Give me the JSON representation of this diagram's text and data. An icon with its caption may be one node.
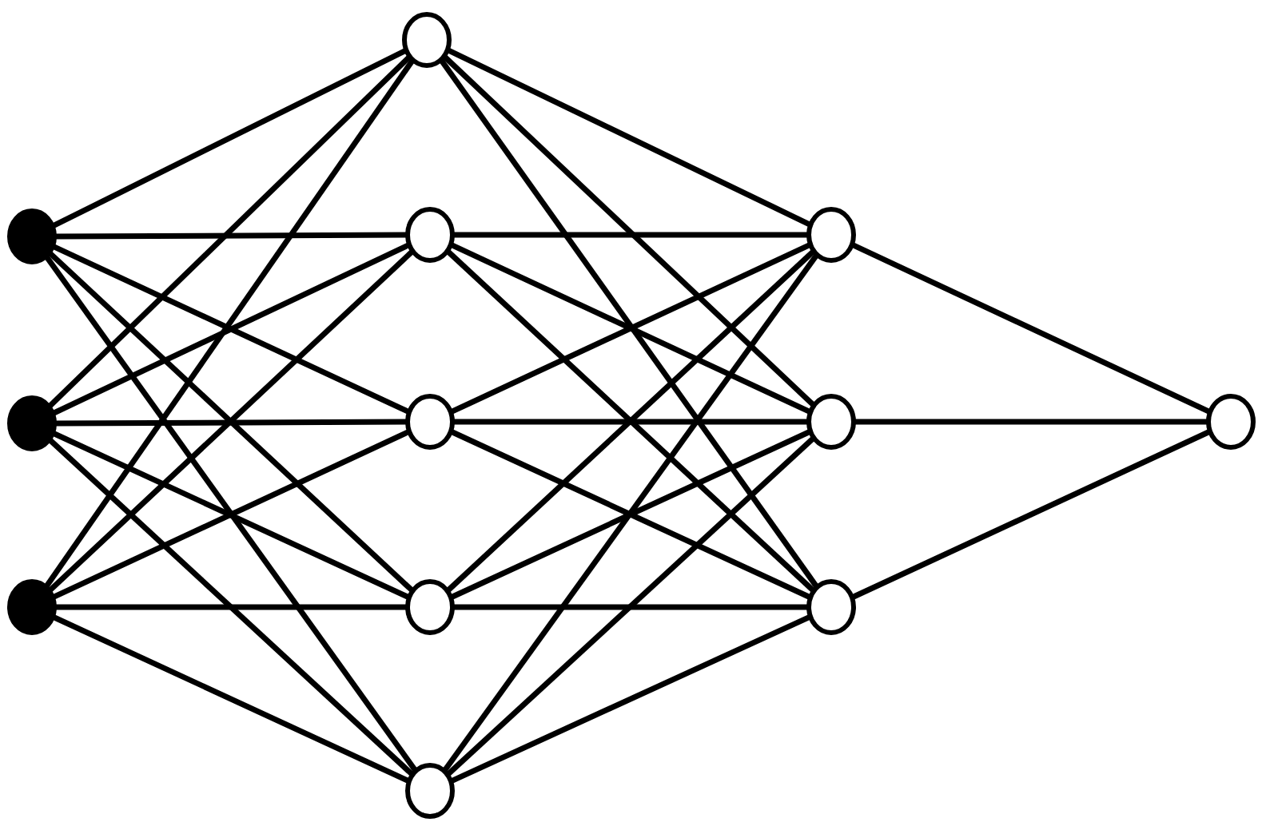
{
  "diagram": {
    "nodes": [
      {
        "text": [],
        "shape": "dot"
      },
      {
        "text": [],
        "shape": "dot"
      },
      {
        "text": [],
        "shape": "dot"
      },
      {
        "text": [],
        "shape": "circle"
      },
      {
        "text": [],
        "shape": "circle"
      },
      {
        "text": [],
        "shape": "circle"
      },
      {
        "text": [],
        "shape": "circle"
      },
      {
        "text": [],
        "shape": "circle"
      },
      {
        "text": [],
        "shape": "circle"
      },
      {
        "text": [],
        "shape": "circle"
      },
      {
        "text": [],
        "shape": "circle"
      },
      {
        "text": [],
        "shape": "circle"
      }
    ],
    "edges": [
      {
        "from": 0,
        "to": 3,
        "arrow": "none"
      },
      {
        "from": 0,
        "to": 4,
        "arrow": "none"
      },
      {
        "from": 0,
        "to": 5,
        "arrow": "none"
      },
      {
        "from": 0,
        "to": 6,
        "arrow": "none"
      },
      {
        "from": 0,
        "to": 7,
        "arrow": "none"
      },
      {
        "from": 1,
        "to": 3,
        "arrow": "none"
      },
      {
        "from": 1,
        "to": 4,
        "arrow": "none"
      },
      {
        "from": 1,
        "to": 5,
        "arrow": "none"
      },
      {
        "from": 1,
        "to": 6,
        "arrow": "none"
      },
      {
        "from": 1,
        "to": 7,
        "arrow": "none"
      },
      {
        "from": 2,
        "to": 3,
        "arrow": "none"
      },
      {
        "from": 2,
        "to": 4,
        "arrow": "none"
      },
      {
        "from": 2,
        "to": 5,
        "arrow": "none"
      },
      {
        "from": 2,
        "to": 6,
        "arrow": "none"
      },
      {
        "from": 2,
        "to": 7,
        "arrow": "none"
      },
      {
        "from": 3,
        "to": 8,
        "arrow": "none"
      },
      {
        "from": 3,
        "to": 9,
        "arrow": "none"
      },
      {
        "from": 3,
        "to": 10,
        "arrow": "none"
      },
      {
        "from": 4,
        "to": 8,
        "arrow": "none"
      },
      {
        "from": 4,
        "to": 9,
        "arrow": "none"
      },
      {
        "from": 4,
        "to": 10,
        "arrow": "none"
      },
      {
        "from": 5,
        "to": 8,
        "arrow": "none"
      },
      {
        "from": 5,
        "to": 9,
        "arrow": "none"
      },
      {
        "from": 5,
        "to": 10,
        "arrow": "none"
      },
      {
        "from": 6,
        "to": 8,
        "arrow": "none"
      },
      {
        "from": 6,
        "to": 9,
        "arrow": "none"
      },
      {
        "from": 6,
        "to": 10,
        "arrow": "none"
      },
      {
        "from": 7,
        "to": 8,
        "arrow": "none"
      },
      {
        "from": 7,
        "to": 9,
        "arrow": "none"
      },
      {
        "from": 7,
        "to": 10,
        "arrow": "none"
      },
      {
        "from": 8,
        "to": 11,
        "arrow": "none"
      },
      {
        "from": 9,
        "to": 11,
        "arrow": "none"
      },
      {
        "from": 10,
        "to": 11,
        "arrow": "none"
      }
    ]
  }
}
